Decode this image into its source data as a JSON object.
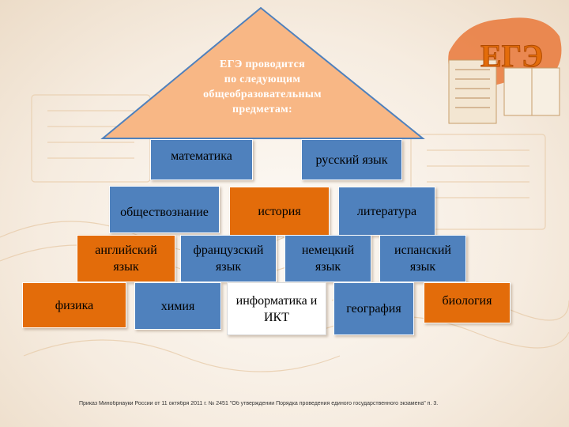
{
  "roof": {
    "lines": [
      "ЕГЭ проводится",
      "по следующим",
      "общеобразовательным",
      "предметам:"
    ]
  },
  "subjects": {
    "math": "математика",
    "russian": "русский язык",
    "social": "обществознание",
    "history": "история",
    "literature": "литература",
    "english": "английский язык",
    "french": "французский язык",
    "german": "немецкий язык",
    "spanish": "испанский язык",
    "physics": "физика",
    "chemistry": "химия",
    "informatics": "информатика и ИКТ",
    "geography": "география",
    "biology": "биология"
  },
  "logo": {
    "text": "ЕГЭ"
  },
  "footnote": "Приказ Минобрнауки России от 11 октября 2011 г. № 2451 \"Об утверждении Порядка проведения единого государственного экзамена\" п. 3.",
  "colors": {
    "blue": "#4f81bd",
    "orange": "#e36c0a",
    "roof": "#f8b785",
    "roof_border": "#4f81bd"
  }
}
